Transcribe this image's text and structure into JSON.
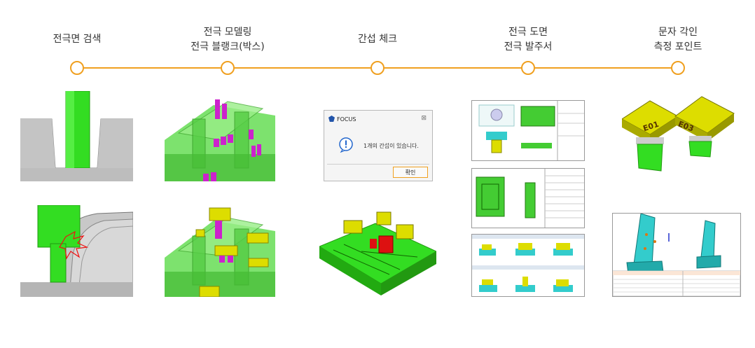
{
  "steps": [
    {
      "line1": "전극면 검색",
      "line2": ""
    },
    {
      "line1": "전극 모델링",
      "line2": "전극 블랭크(박스)"
    },
    {
      "line1": "간섭 체크",
      "line2": ""
    },
    {
      "line1": "전극 도면",
      "line2": "전극 발주서"
    },
    {
      "line1": "문자 각인",
      "line2": "측정 포인트"
    }
  ],
  "dialog": {
    "title": "FOCUS",
    "close": "⊠",
    "message": "1개의 간섭이 있습니다.",
    "ok_label": "확인"
  },
  "engraving": {
    "label_a": "E01",
    "label_b": "E03"
  },
  "colors": {
    "accent": "#f0a020",
    "electrode": "#33dd22",
    "block": "#dddd00",
    "interference": "#dd1111"
  }
}
